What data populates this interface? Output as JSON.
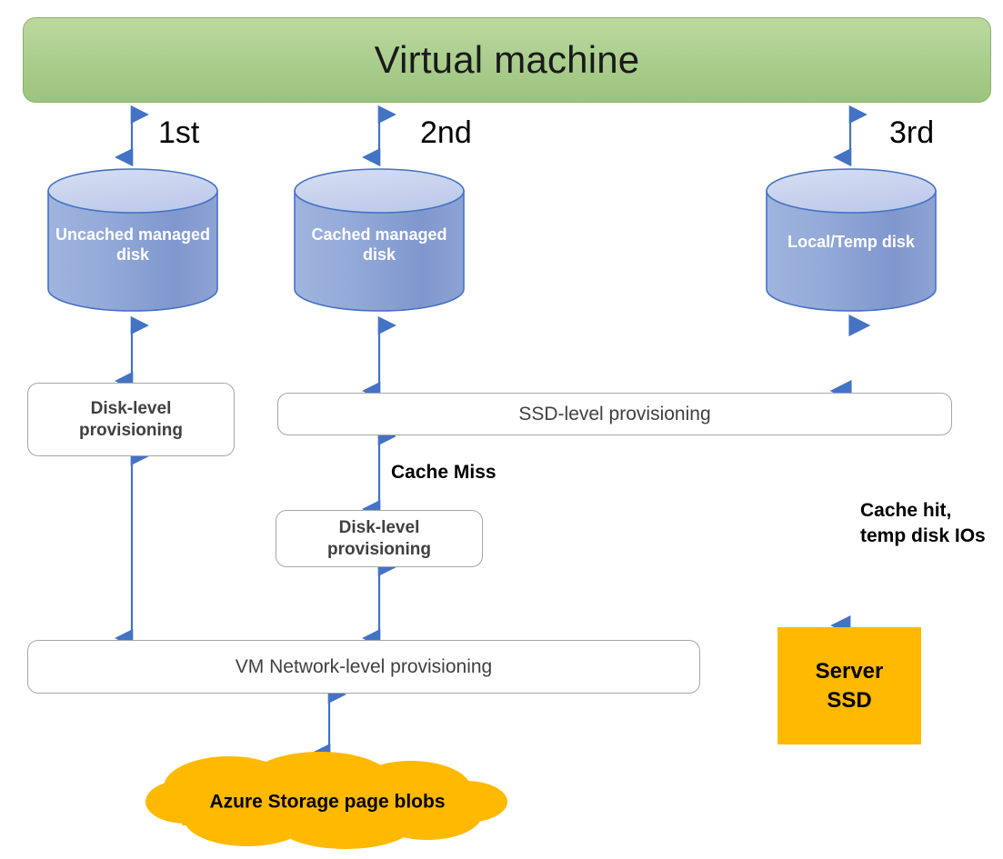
{
  "diagram": {
    "title": "Virtual machine",
    "header": {
      "label": "Virtual machine",
      "fill_color": "#A9CD8C",
      "border_color": "#8CB06A"
    },
    "ordinals": [
      {
        "label": "1st"
      },
      {
        "label": "2nd"
      },
      {
        "label": "3rd"
      }
    ],
    "disks": [
      {
        "label": "Uncached\nmanaged\ndisk",
        "fill_color": "#8EA9DB"
      },
      {
        "label": "Cached\nmanaged\ndisk",
        "fill_color": "#8EA9DB"
      },
      {
        "label": "Local/Temp\ndisk",
        "fill_color": "#8EA9DB"
      }
    ],
    "boxes": {
      "disk_level_left": "Disk-level\nprovisioning",
      "ssd_level": "SSD-level provisioning",
      "disk_level_middle": "Disk-level\nprovisioning",
      "vm_network_level": "VM Network-level provisioning"
    },
    "server_ssd": {
      "label": "Server\nSSD",
      "fill_color": "#FFB900"
    },
    "cloud": {
      "label": "Azure Storage page\nblobs",
      "fill_color": "#FFB900"
    },
    "annotations": {
      "cache_miss": "Cache Miss",
      "cache_hit": "Cache hit,\ntemp disk IOs"
    },
    "arrow_color": "#4472C4"
  }
}
